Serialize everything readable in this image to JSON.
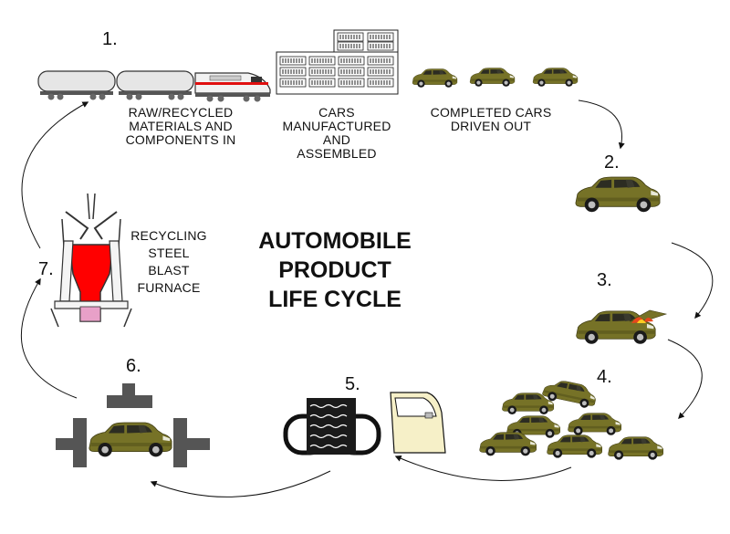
{
  "title": {
    "line1": "AUTOMOBILE",
    "line2": "PRODUCT",
    "line3": "LIFE CYCLE"
  },
  "steps": [
    {
      "number": "1.",
      "name": "raw-materials",
      "labels": [
        {
          "lines": [
            "RAW/RECYCLED",
            "MATERIALS AND",
            "COMPONENTS IN"
          ]
        },
        {
          "lines": [
            "CARS",
            "MANUFACTURED",
            "AND",
            "ASSEMBLED"
          ]
        },
        {
          "lines": [
            "COMPLETED CARS",
            "DRIVEN OUT"
          ]
        }
      ]
    },
    {
      "number": "2.",
      "name": "driving"
    },
    {
      "number": "3.",
      "name": "maintenance"
    },
    {
      "number": "4.",
      "name": "scrapyard"
    },
    {
      "number": "5.",
      "name": "parts-recovery"
    },
    {
      "number": "6.",
      "name": "crushing"
    },
    {
      "number": "7.",
      "name": "recycling",
      "labels": [
        {
          "lines": [
            "RECYCLING",
            "STEEL",
            "BLAST",
            "FURNACE"
          ]
        }
      ]
    }
  ],
  "colors": {
    "car": "#7a7a2a",
    "furnace": "#ff0000",
    "arrow": "#111111",
    "pink": "#e8a0c8"
  }
}
